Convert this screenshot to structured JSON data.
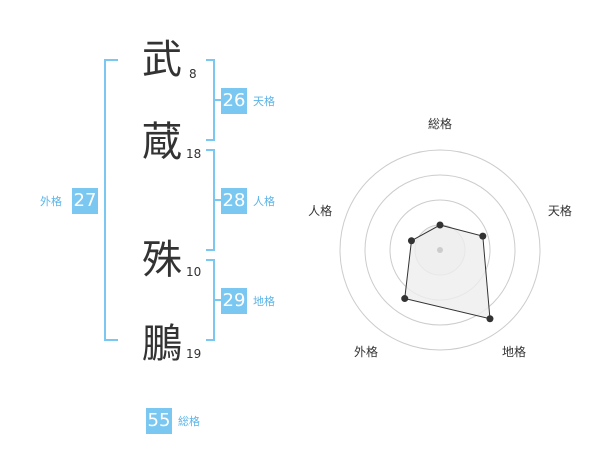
{
  "name_chars": [
    {
      "char": "武",
      "strokes": "8"
    },
    {
      "char": "蔵",
      "strokes": "18"
    },
    {
      "char": "殊",
      "strokes": "10"
    },
    {
      "char": "鵬",
      "strokes": "19"
    }
  ],
  "fortune": {
    "tenkaku": {
      "label": "天格",
      "value": "26"
    },
    "jinkaku": {
      "label": "人格",
      "value": "28"
    },
    "chikaku": {
      "label": "地格",
      "value": "29"
    },
    "gaikaku": {
      "label": "外格",
      "value": "27"
    },
    "soukaku": {
      "label": "総格",
      "value": "55"
    }
  },
  "chart_data": {
    "type": "radar",
    "axes": [
      "総格",
      "天格",
      "地格",
      "外格",
      "人格"
    ],
    "values": [
      0.25,
      0.45,
      0.85,
      0.6,
      0.3
    ],
    "range": [
      0,
      1
    ],
    "rings": 4,
    "colors": {
      "line": "#333333",
      "fill": "#eeeeee",
      "grid": "#cccccc",
      "center": "#cccccc"
    }
  },
  "colors": {
    "accent": "#7ac8f2",
    "label": "#5ab4e8"
  }
}
